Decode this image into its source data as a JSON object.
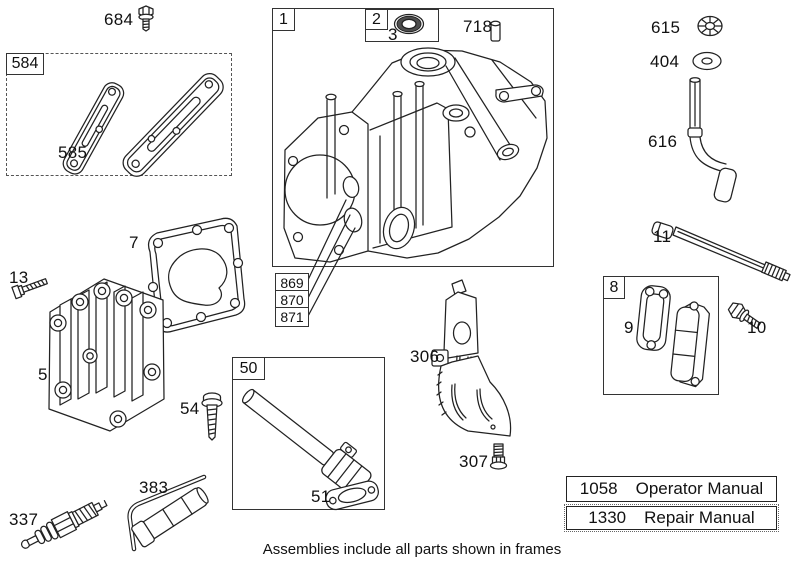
{
  "figure": {
    "footer": "Assemblies include all parts shown in frames",
    "line_color": "#222222",
    "background": "#ffffff"
  },
  "frames": {
    "f1": "1",
    "f2": "2",
    "f584": "584",
    "f8": "8",
    "f50": "50"
  },
  "callouts": {
    "c869": "869",
    "c870": "870",
    "c871": "871"
  },
  "parts": {
    "p684": "684",
    "p585": "585",
    "p7": "7",
    "p13": "13",
    "p5": "5",
    "p3": "3",
    "p718": "718",
    "p615": "615",
    "p404": "404",
    "p616": "616",
    "p11": "11",
    "p9": "9",
    "p10": "10",
    "p306": "306",
    "p307": "307",
    "p51": "51",
    "p54": "54",
    "p383": "383",
    "p337": "337"
  },
  "manuals": [
    {
      "number": "1058",
      "title": "Operator Manual"
    },
    {
      "number": "1330",
      "title": "Repair Manual"
    }
  ]
}
